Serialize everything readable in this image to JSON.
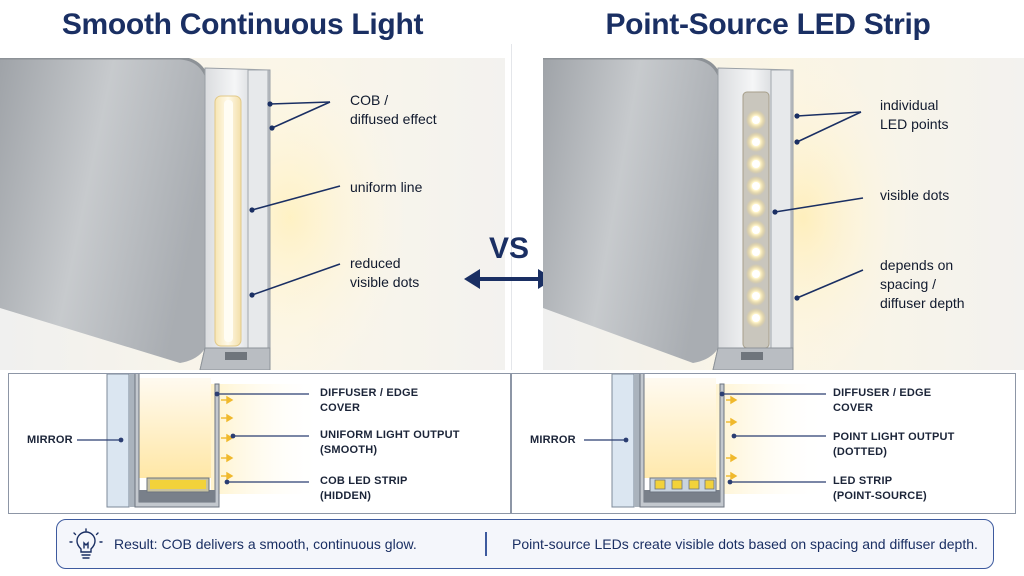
{
  "titles": {
    "left": "Smooth Continuous Light",
    "right": "Point-Source LED Strip"
  },
  "vs_label": "VS",
  "left_panel": {
    "callouts": [
      {
        "lines": [
          "COB /",
          "diffused effect"
        ]
      },
      {
        "lines": [
          "uniform line"
        ]
      },
      {
        "lines": [
          "reduced",
          "visible dots"
        ]
      }
    ]
  },
  "right_panel": {
    "callouts": [
      {
        "lines": [
          "individual",
          "LED points"
        ]
      },
      {
        "lines": [
          "visible dots"
        ]
      },
      {
        "lines": [
          "depends on",
          "spacing /",
          "diffuser depth"
        ]
      }
    ]
  },
  "left_section": {
    "mirror": "MIRROR",
    "labels": [
      {
        "lines": [
          "DIFFUSER / EDGE",
          "COVER"
        ]
      },
      {
        "lines": [
          "UNIFORM LIGHT OUTPUT",
          "(SMOOTH)"
        ]
      },
      {
        "lines": [
          "COB LED STRIP",
          "(HIDDEN)"
        ]
      }
    ]
  },
  "right_section": {
    "mirror": "MIRROR",
    "labels": [
      {
        "lines": [
          "DIFFUSER / EDGE",
          "COVER"
        ]
      },
      {
        "lines": [
          "POINT LIGHT OUTPUT",
          "(DOTTED)"
        ]
      },
      {
        "lines": [
          "LED STRIP",
          "(POINT-SOURCE)"
        ]
      }
    ]
  },
  "result": {
    "left_text": "Result: COB delivers a smooth, continuous glow.",
    "right_text": "Point-source LEDs create visible dots based on spacing and diffuser depth."
  },
  "colors": {
    "navy": "#1a2f63",
    "warm_light": "#fff2c4",
    "led_yellow": "#f4d23a",
    "line": "#2b3e72"
  },
  "icons": [
    "lightbulb-icon",
    "double-arrow-icon"
  ]
}
